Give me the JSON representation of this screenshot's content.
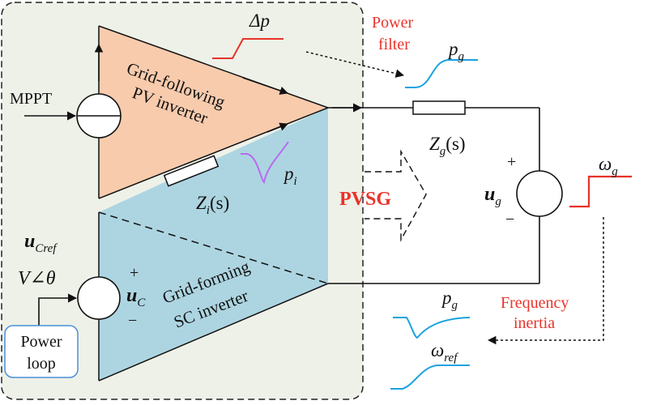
{
  "labels": {
    "delta_p": "Δp",
    "power_filter_line1": "Power",
    "power_filter_line2": "filter",
    "pg_top": "p",
    "pg_top_sub": "g",
    "mppt": "MPPT",
    "gfl_line1": "Grid-following",
    "gfl_line2": "PV inverter",
    "zg": "Z",
    "zg_sub": "g",
    "zg_arg": "(s)",
    "pi": "p",
    "pi_sub": "i",
    "zi": "Z",
    "zi_sub": "i",
    "zi_arg": "(s)",
    "pvsg": "PVSG",
    "plus_ug": "+",
    "ug": "u",
    "ug_sub": "g",
    "minus_ug": "−",
    "omega_g": "ω",
    "omega_g_sub": "g",
    "ucref": "u",
    "ucref_sub": "Cref",
    "v_angle": "V∠θ",
    "plus_uc": "+",
    "uc": "u",
    "uc_sub": "C",
    "minus_uc": "−",
    "gfm_line1": "Grid-forming",
    "gfm_line2": "SC inverter",
    "power_loop_line1": "Power",
    "power_loop_line2": "loop",
    "pg_bottom": "p",
    "pg_bottom_sub": "g",
    "freq_inertia_line1": "Frequency",
    "freq_inertia_line2": "inertia",
    "omega_ref": "ω",
    "omega_ref_sub": "ref"
  },
  "colors": {
    "orange_fill": "#f8cbad",
    "blue_fill": "#add5e1",
    "panel_fill": "#eef1e8",
    "red": "#e8332a",
    "cyan": "#1aa3e0",
    "purple": "#b86bf0",
    "power_loop_border": "#4a90d9"
  }
}
